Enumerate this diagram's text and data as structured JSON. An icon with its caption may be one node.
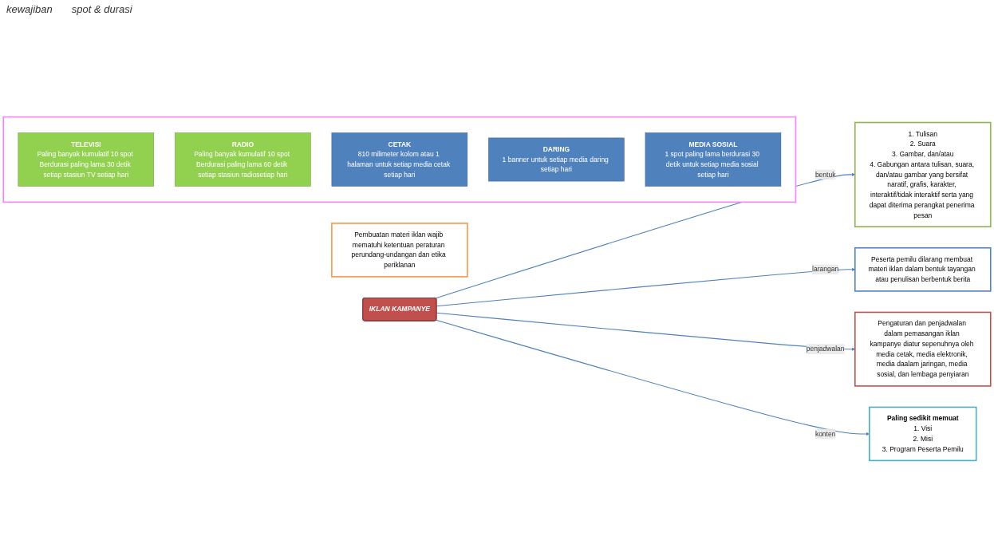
{
  "diagram": {
    "nodes": [
      {
        "text": [
          "1. Tulisan",
          "2. Suara",
          "3. Gambar, dan/atau",
          "4. Gabungan antara tulisan, suara, dan/atau gambar yang bersifat naratif, grafis, karakter, interaktif/tidak interaktif serta yang dapat diterima perangkat penerima pesan"
        ]
      },
      {
        "text": [
          "Pembuatan materi iklan wajib mematuhi ketentuan peraturan perundang-undangan dan etika periklanan"
        ]
      },
      {
        "text": [
          "IKLAN KAMPANYE"
        ]
      },
      {
        "text": [
          "Peserta pemilu dilarang membuat materi iklan dalam bentuk tayangan atau penulisan berbentuk berita"
        ]
      },
      {
        "text": [
          "Pengaturan dan penjadwalan dalam pemasangan iklan kampanye diatur sepenuhnya oleh media cetak, media elektronik, media daalam jaringan, media sosial, dan lembaga penyiaran"
        ]
      },
      {
        "text": [
          "Paling sedikit memuat",
          "1. Visi",
          "2. Misi",
          "3. Program Peserta Pemilu"
        ]
      },
      {
        "text": [],
        "shape": "box"
      },
      {
        "text": [
          "TELEVISI",
          "Paling banyak kumulatif 10 spot Berdurasi paling lama 30 detik setiap stasiun TV setiap hari"
        ],
        "in": 6
      },
      {
        "text": [
          "RADIO",
          "Paling banyak kumulatif 10 spot Berdurasi paling lama 60 detik setiap stasiun radiosetiap hari"
        ],
        "in": 6
      },
      {
        "text": [
          "CETAK",
          "810 milimeter kolom atau 1 halaman untuk setiap media cetak setiap hari"
        ],
        "in": 6
      },
      {
        "text": [
          "DARING",
          "1 banner untuk setiap media daring setiap hari"
        ],
        "in": 6
      },
      {
        "text": [
          "MEDIA SOSIAL",
          "1 spot paling lama berdurasi 30 detik untuk setiap media sosial setiap hari"
        ],
        "in": 6
      }
    ],
    "edges": [
      {
        "from": 2,
        "to": 0,
        "arrow": "to",
        "label": "bentuk"
      },
      {
        "from": 2,
        "to": 3,
        "arrow": "to",
        "label": "larangan"
      },
      {
        "from": 2,
        "to": 4,
        "arrow": "to",
        "label": "penjadwalan"
      },
      {
        "from": 2,
        "to": 5,
        "arrow": "to",
        "label": "konten"
      }
    ],
    "labels": [
      "kewajiban",
      "spot & durasi"
    ]
  }
}
